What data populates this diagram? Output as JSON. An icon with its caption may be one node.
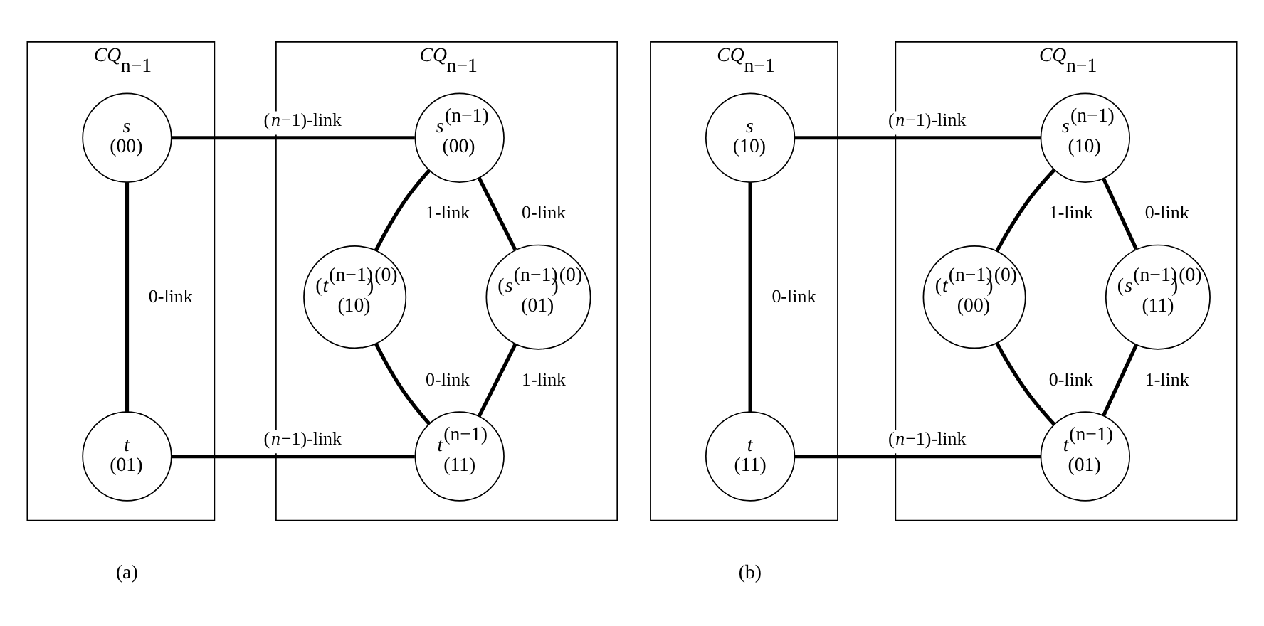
{
  "diagram": {
    "nodes": [
      {
        "text": [
          "*CQ*$_{n−1}$"
        ]
      },
      {
        "text": [
          "*s*",
          "(00)"
        ],
        "in": 0
      },
      {
        "text": [
          "*t*",
          "(01)"
        ],
        "in": 0
      },
      {
        "text": [
          "*CQ*$_{n−1}$"
        ]
      },
      {
        "text": [
          "*s*$^{(n−1)}$",
          "(00)"
        ],
        "in": 3
      },
      {
        "text": [
          "(*t*$^{(n−1)}$)$^{(0)}$",
          "(10)"
        ],
        "in": 3
      },
      {
        "text": [
          "(*s*$^{(n−1)}$)$^{(0)}$",
          "(01)"
        ],
        "in": 3
      },
      {
        "text": [
          "*t*$^{(n−1)}$",
          "(11)"
        ],
        "in": 3
      },
      {
        "text": [
          "*CQ*$_{n−1}$"
        ]
      },
      {
        "text": [
          "*s*",
          "(10)"
        ],
        "in": 8
      },
      {
        "text": [
          "*t*",
          "(11)"
        ],
        "in": 8
      },
      {
        "text": [
          "*CQ*$_{n−1}$"
        ]
      },
      {
        "text": [
          "*s*$^{(n−1)}$",
          "(10)"
        ],
        "in": 11
      },
      {
        "text": [
          "(*t*$^{(n−1)}$)$^{(0)}$",
          "(00)"
        ],
        "in": 11
      },
      {
        "text": [
          "(*s*$^{(n−1)}$)$^{(0)}$",
          "(11)"
        ],
        "in": 11
      },
      {
        "text": [
          "*t*$^{(n−1)}$",
          "(01)"
        ],
        "in": 11
      }
    ],
    "edges": [
      {
        "from": 1,
        "to": 4,
        "arrow": "none",
        "label": "(*n*−1)-link"
      },
      {
        "from": 1,
        "to": 2,
        "arrow": "none",
        "label": "0-link"
      },
      {
        "from": 4,
        "to": 5,
        "arrow": "none",
        "label": "1-link"
      },
      {
        "from": 4,
        "to": 6,
        "arrow": "none",
        "label": "0-link"
      },
      {
        "from": 5,
        "to": 7,
        "arrow": "none",
        "label": "0-link"
      },
      {
        "from": 6,
        "to": 7,
        "arrow": "none",
        "label": "1-link"
      },
      {
        "from": 2,
        "to": 7,
        "arrow": "none",
        "label": "(*n*−1)-link"
      },
      {
        "from": 9,
        "to": 12,
        "arrow": "none",
        "label": "(*n*−1)-link"
      },
      {
        "from": 9,
        "to": 10,
        "arrow": "none",
        "label": "0-link"
      },
      {
        "from": 12,
        "to": 13,
        "arrow": "none",
        "label": "1-link"
      },
      {
        "from": 12,
        "to": 14,
        "arrow": "none",
        "label": "0-link"
      },
      {
        "from": 13,
        "to": 15,
        "arrow": "none",
        "label": "0-link"
      },
      {
        "from": 14,
        "to": 15,
        "arrow": "none",
        "label": "1-link"
      },
      {
        "from": 10,
        "to": 15,
        "arrow": "none",
        "label": "(*n*−1)-link"
      }
    ],
    "labels": [
      "(a)",
      "(b)"
    ]
  }
}
